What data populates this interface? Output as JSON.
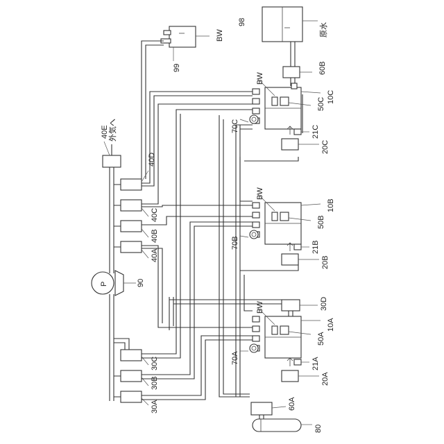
{
  "labels": {
    "l98": "98",
    "lgensui": "原水",
    "l60b": "60B",
    "lbw_top": "BW",
    "l99": "99",
    "l40e": "40E",
    "lgaiki": "外気へ",
    "l40d": "40D",
    "l40c": "40C",
    "l40b": "40B",
    "l40a": "40A",
    "lp": "P",
    "l90": "90",
    "l30c": "30C",
    "l30b": "30B",
    "l30a": "30A",
    "l60a": "60A",
    "l80": "80",
    "l30d": "30D",
    "bwc": "BW",
    "l10c": "10C",
    "l50c": "50C",
    "l70c": "70C",
    "l21c": "21C",
    "l20c": "20C",
    "bwb": "BW",
    "l10b": "10B",
    "l50b": "50B",
    "l70b": "70B",
    "l21b": "21B",
    "l20b": "20B",
    "bwa": "BW",
    "l10a": "10A",
    "l50a": "50A",
    "l70a": "70A",
    "l21a": "21A",
    "l20a": "20A"
  }
}
